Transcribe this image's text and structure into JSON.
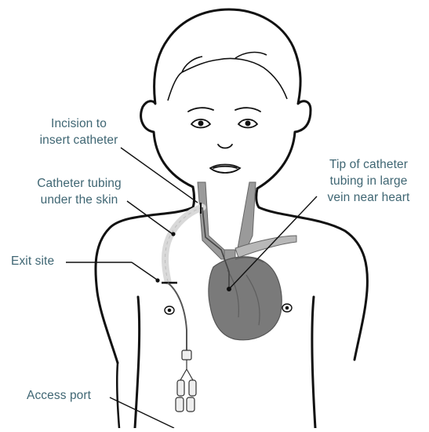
{
  "labels": {
    "incision": "Incision to\ninsert catheter",
    "tubing": "Catheter tubing\nunder the skin",
    "exit_site": "Exit site",
    "tip": "Tip of catheter\ntubing in large\nvein near heart",
    "access_port": "Access port"
  },
  "colors": {
    "label_text": "#3f6673",
    "outline": "#111111",
    "vessel_fill": "#9a9a9a",
    "heart_fill": "#7a7a7a",
    "tubing_under_skin": "#d9d9d9"
  }
}
